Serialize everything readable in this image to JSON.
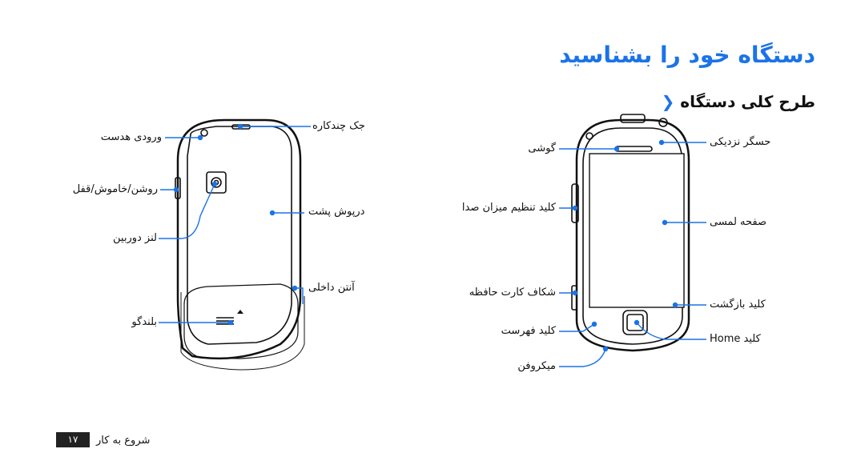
{
  "title": "دستگاه خود را بشناسید",
  "subtitle": "طرح کلی دستگاه",
  "back_labels": {
    "mic": "ورودی هدست",
    "hole": "جک چندکاره",
    "vol": "روشن/خاموش/قفل",
    "camera": "لنز دوربین",
    "cover": "درپوش پشت",
    "antenna": "آنتن داخلی",
    "speaker": "بلندگو"
  },
  "front_labels": {
    "earpiece": "گوشی",
    "proximity": "حسگر نزدیکی",
    "volume": "کلید تنظیم میزان صدا",
    "touchscreen": "صفحه لمسی",
    "lock": "شکاف کارت حافظه",
    "back": "کلید بازگشت",
    "menu": "کلید فهرست",
    "home": "کلید Home",
    "mic": "میکروفن"
  },
  "footer": {
    "text": "شروع به کار",
    "page": "۱۷"
  }
}
